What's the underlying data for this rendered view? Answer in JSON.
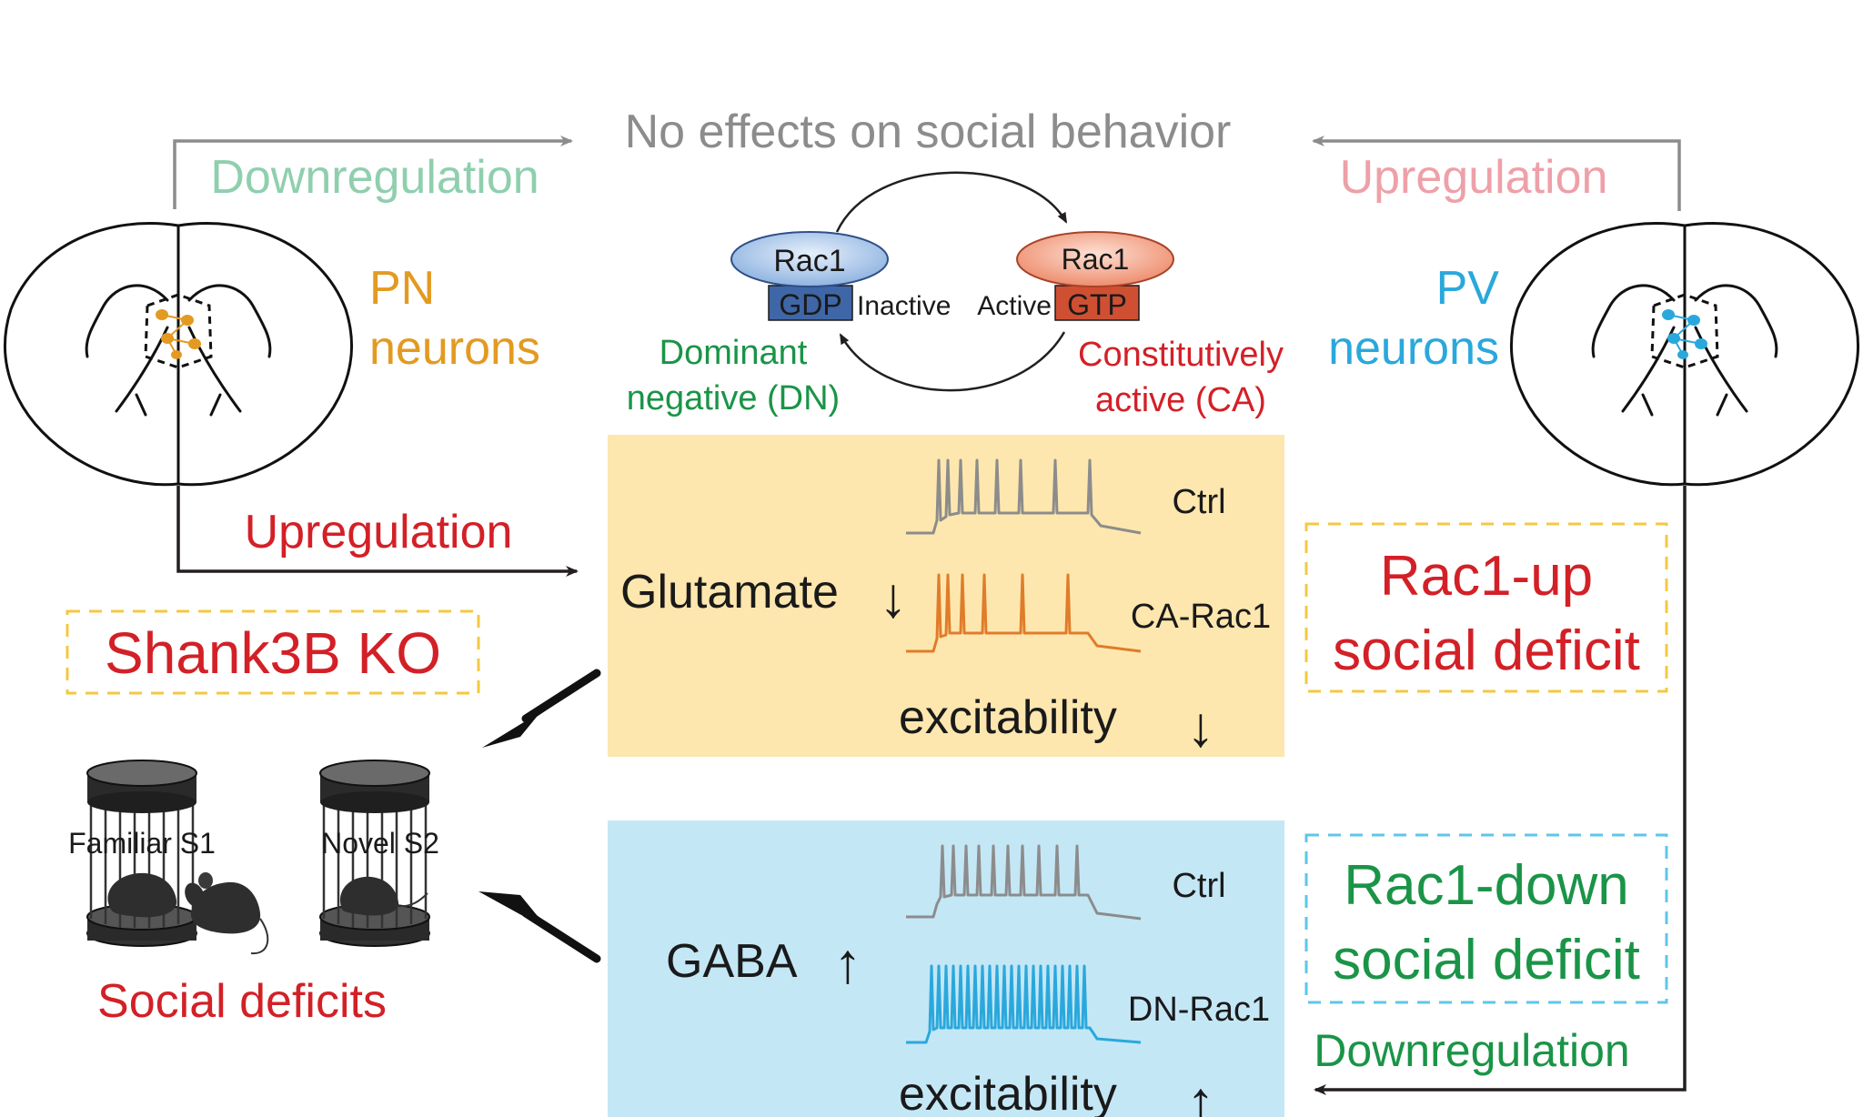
{
  "top_message": "No effects on social behavior",
  "left_branch": {
    "top_label": "Downregulation",
    "cell_type_line1": "PN",
    "cell_type_line2": "neurons",
    "bottom_label": "Upregulation"
  },
  "right_branch": {
    "top_label": "Upregulation",
    "cell_type_line1": "PV",
    "cell_type_line2": "neurons",
    "bottom_label": "Downregulation"
  },
  "rac1_cycle": {
    "inactive_name": "Rac1",
    "inactive_nucleotide": "GDP",
    "inactive_state": "Inactive",
    "active_name": "Rac1",
    "active_nucleotide": "GTP",
    "active_state": "Active",
    "dn_line1": "Dominant",
    "dn_line2": "negative (DN)",
    "ca_line1": "Constitutively",
    "ca_line2": "active (CA)"
  },
  "glutamate_panel": {
    "label": "Glutamate",
    "arrow": "↓",
    "trace1_label": "Ctrl",
    "trace2_label": "CA-Rac1",
    "excitability_label": "excitability",
    "excitability_arrow": "↓"
  },
  "gaba_panel": {
    "label": "GABA",
    "arrow": "↑",
    "trace1_label": "Ctrl",
    "trace2_label": "DN-Rac1",
    "excitability_label": "excitability",
    "excitability_arrow": "↑"
  },
  "shank3b_box": "Shank3B KO",
  "rac1_up_box": {
    "line1": "Rac1-up",
    "line2": "social deficit"
  },
  "rac1_down_box": {
    "line1": "Rac1-down",
    "line2": "social deficit"
  },
  "cage_labels": {
    "left": "Familiar S1",
    "right": "Novel S2"
  },
  "social_deficits": "Social deficits",
  "colors": {
    "gray": "#8c8c8c",
    "light_green": "#8fcfae",
    "pink": "#eea0a8",
    "orange": "#e39a21",
    "blue": "#2aa8dc",
    "red": "#d32027",
    "green": "#1a9447",
    "glutamate_panel_bg": "#fde7ae",
    "gaba_panel_bg": "#c4e7f6",
    "ctrl_trace": "#8c8c8c",
    "ca_trace": "#e07c2a",
    "dn_trace": "#2aa8dc",
    "gdp_box": "#3f66a6",
    "gtp_box": "#cf4f33"
  }
}
